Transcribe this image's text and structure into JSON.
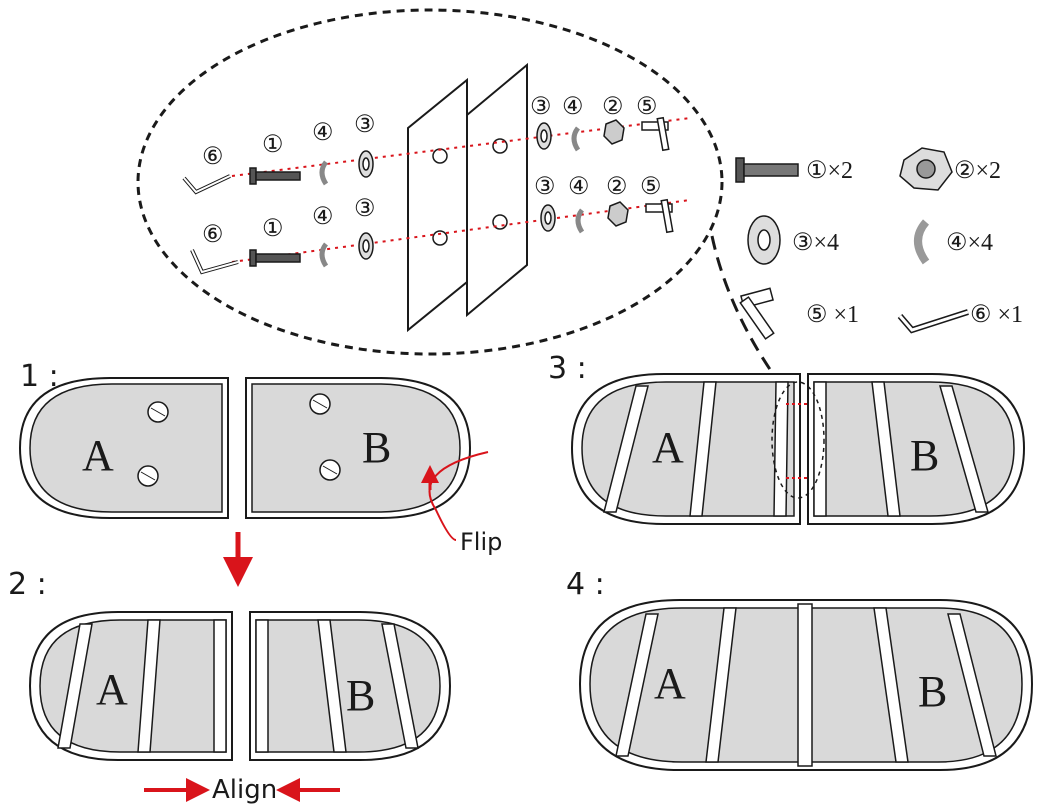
{
  "steps": {
    "s1": "1 :",
    "s2": "2 :",
    "s3": "3 :",
    "s4": "4 :"
  },
  "panel_labels": {
    "a": "A",
    "b": "B"
  },
  "annotations": {
    "flip": "Flip",
    "align": "Align"
  },
  "detail_numbers": {
    "row1": [
      "⑥",
      "①",
      "④",
      "③",
      "③",
      "④",
      "②",
      "⑤"
    ],
    "row2": [
      "⑥",
      "①",
      "④",
      "③",
      "③",
      "④",
      "②",
      "⑤"
    ]
  },
  "parts": [
    {
      "label": "①×2",
      "icon": "bolt-icon"
    },
    {
      "label": "②×2",
      "icon": "nut-icon"
    },
    {
      "label": "③×4",
      "icon": "washer-icon"
    },
    {
      "label": "④×4",
      "icon": "spring-washer-icon"
    },
    {
      "label": "⑤ ×1",
      "icon": "t-wrench-icon"
    },
    {
      "label": "⑥ ×1",
      "icon": "hex-key-icon"
    }
  ],
  "colors": {
    "panel_fill": "#d9d9d9",
    "line": "#1a1a1a",
    "accent": "#d9141b"
  }
}
